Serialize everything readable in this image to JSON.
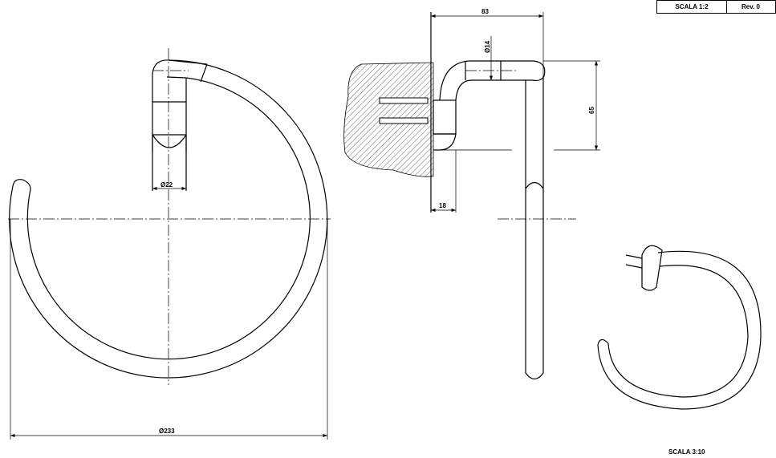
{
  "title_block": {
    "scale": "SCALA 1:2",
    "revision": "Rev. 0"
  },
  "front_view": {
    "tube_diameter": "Ø22",
    "ring_diameter": "Ø233"
  },
  "side_view": {
    "projection": "83",
    "tube_diameter": "Ø14",
    "height": "65",
    "base_depth": "18"
  },
  "iso_view": {
    "scale": "SCALA 3:10"
  }
}
